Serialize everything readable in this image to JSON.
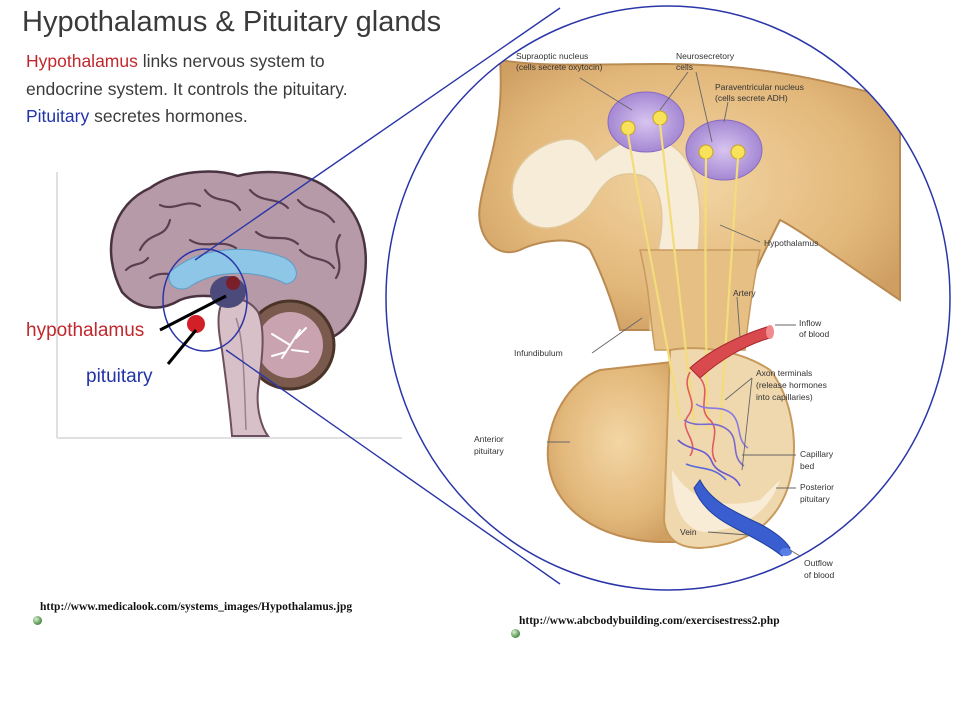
{
  "title": "Hypothalamus & Pituitary glands",
  "intro": {
    "line1_highlight": "Hypothalamus",
    "line1_rest": " links nervous system to",
    "line2": "endocrine system. It controls the pituitary.",
    "line3_highlight": "Pituitary",
    "line3_rest": " secretes hormones."
  },
  "brain_labels": {
    "hypothalamus": "hypothalamus",
    "pituitary": "pituitary"
  },
  "detail_labels": {
    "supraoptic_1": "Supraoptic nucleus",
    "supraoptic_2": "(cells secrete oxytocin)",
    "neurosecretory_1": "Neurosecretory",
    "neurosecretory_2": "cells",
    "paraventricular_1": "Paraventricular nucleus",
    "paraventricular_2": "(cells secrete ADH)",
    "hypothalamus": "Hypothalamus",
    "artery": "Artery",
    "inflow_1": "Inflow",
    "inflow_2": "of blood",
    "infundibulum": "Infundibulum",
    "axon_1": "Axon terminals",
    "axon_2": "(release hormones",
    "axon_3": "into capillaries)",
    "anterior_1": "Anterior",
    "anterior_2": "pituitary",
    "capillary_1": "Capillary",
    "capillary_2": "bed",
    "posterior_1": "Posterior",
    "posterior_2": "pituitary",
    "vein": "Vein",
    "outflow_1": "Outflow",
    "outflow_2": "of blood"
  },
  "sources": {
    "left": "http://www.medicalook.com/systems_images/Hypothalamus.jpg",
    "right": "http://www.abcbodybuilding.com/exercisestress2.php"
  },
  "colors": {
    "hypothalamus_red": "#c0282d",
    "pituitary_blue": "#2233a8",
    "zoom_outline": "#2a35a8"
  }
}
